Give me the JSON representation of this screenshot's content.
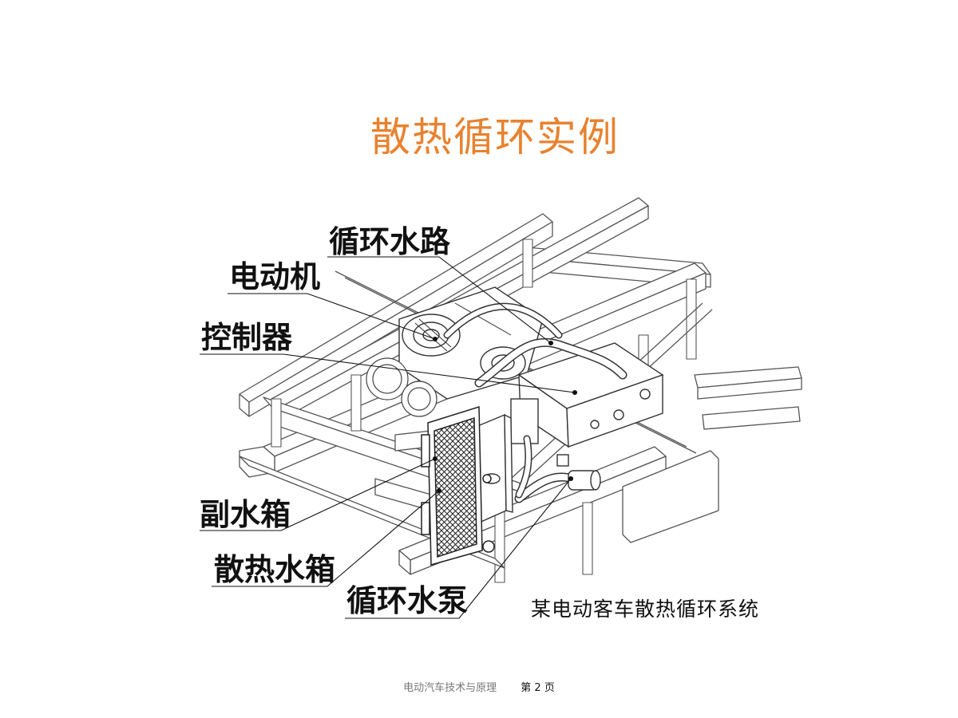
{
  "slide": {
    "title": "散热循环实例",
    "caption": "某电动客车散热循环系统"
  },
  "diagram": {
    "labels": {
      "circulation_pipe": "循环水路",
      "motor": "电动机",
      "controller": "控制器",
      "aux_tank": "副水箱",
      "radiator": "散热水箱",
      "pump": "循环水泵"
    }
  },
  "footer": {
    "book": "电动汽车技术与原理",
    "page_text": "第  2  页"
  },
  "colors": {
    "title": "#e8822f",
    "line": "#444444"
  }
}
